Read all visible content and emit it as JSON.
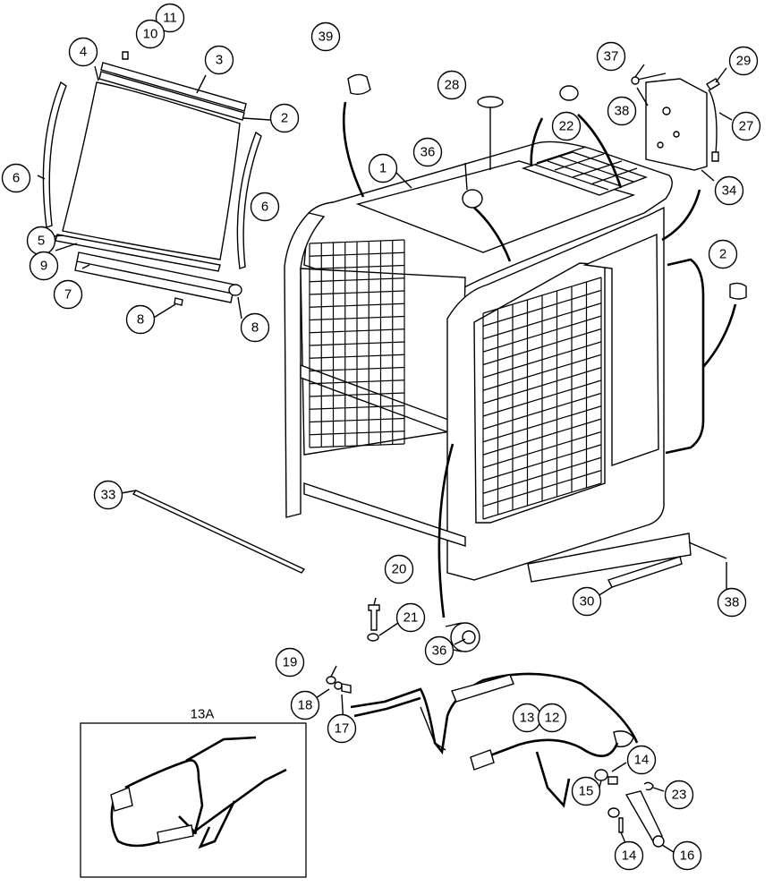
{
  "callouts": [
    {
      "id": "c11",
      "label": "11"
    },
    {
      "id": "c10",
      "label": "10"
    },
    {
      "id": "c4",
      "label": "4"
    },
    {
      "id": "c3",
      "label": "3"
    },
    {
      "id": "c2a",
      "label": "2"
    },
    {
      "id": "c6a",
      "label": "6"
    },
    {
      "id": "c6b",
      "label": "6"
    },
    {
      "id": "c5",
      "label": "5"
    },
    {
      "id": "c9",
      "label": "9"
    },
    {
      "id": "c7",
      "label": "7"
    },
    {
      "id": "c8a",
      "label": "8"
    },
    {
      "id": "c8b",
      "label": "8"
    },
    {
      "id": "c39",
      "label": "39"
    },
    {
      "id": "c28",
      "label": "28"
    },
    {
      "id": "c22",
      "label": "22"
    },
    {
      "id": "c37",
      "label": "37"
    },
    {
      "id": "c38a",
      "label": "38"
    },
    {
      "id": "c29",
      "label": "29"
    },
    {
      "id": "c27",
      "label": "27"
    },
    {
      "id": "c34",
      "label": "34"
    },
    {
      "id": "c1",
      "label": "1"
    },
    {
      "id": "c36a",
      "label": "36"
    },
    {
      "id": "c2b",
      "label": "2"
    },
    {
      "id": "c33",
      "label": "33"
    },
    {
      "id": "c20",
      "label": "20"
    },
    {
      "id": "c21",
      "label": "21"
    },
    {
      "id": "c36b",
      "label": "36"
    },
    {
      "id": "c30",
      "label": "30"
    },
    {
      "id": "c38b",
      "label": "38"
    },
    {
      "id": "c19",
      "label": "19"
    },
    {
      "id": "c18",
      "label": "18"
    },
    {
      "id": "c17",
      "label": "17"
    },
    {
      "id": "c13",
      "label": "13"
    },
    {
      "id": "c12",
      "label": "12"
    },
    {
      "id": "c14a",
      "label": "14"
    },
    {
      "id": "c23",
      "label": "23"
    },
    {
      "id": "c15",
      "label": "15"
    },
    {
      "id": "c14b",
      "label": "14"
    },
    {
      "id": "c16",
      "label": "16"
    }
  ],
  "inset": {
    "label": "13A"
  }
}
